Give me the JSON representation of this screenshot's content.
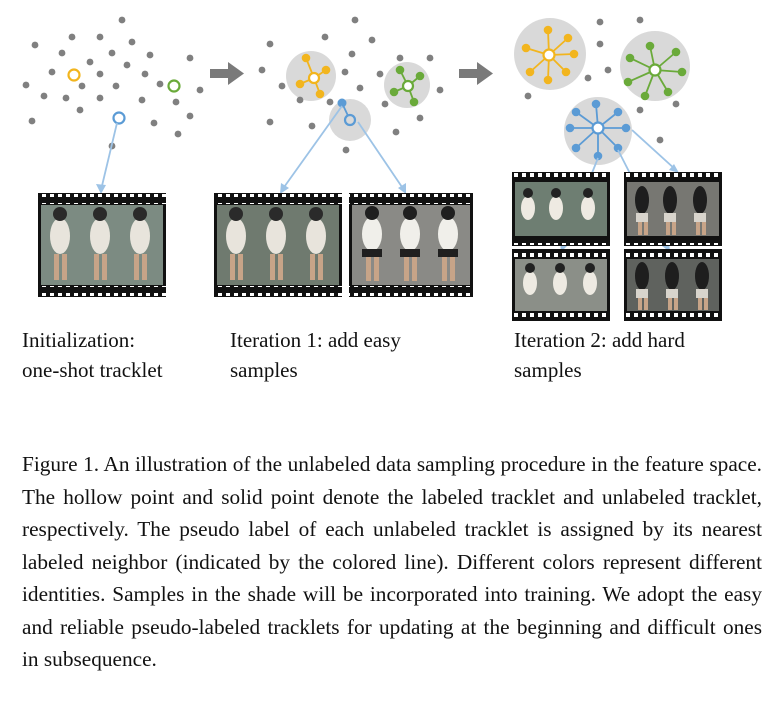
{
  "labels": {
    "initialization": {
      "line1": "Initialization:",
      "line2": "one-shot tracklet"
    },
    "iteration1": {
      "line1": "Iteration 1: add easy",
      "line2": "samples"
    },
    "iteration2": {
      "line1": "Iteration 2: add hard",
      "line2": "samples"
    }
  },
  "caption": "Figure 1. An illustration of the unlabeled data sampling procedure in the feature space. The hollow point and solid point denote the labeled tracklet and unlabeled tracklet, respectively. The pseudo label of each unlabeled tracklet is assigned by its nearest labeled neighbor (indicated by the colored line). Different colors represent different identities. Samples in the shade will be incorporated into training. We adopt the easy and reliable pseudo-labeled tracklets for updating at the beginning and difficult ones in subsequence.",
  "colors": {
    "identity_yellow": "#f2b51e",
    "identity_green": "#6aaa3a",
    "identity_blue": "#5b9bd5",
    "unlabeled_gray": "#808080",
    "shade": "#d9d9d9",
    "arrow": "#7a7a7a",
    "connector": "#9dc3e6"
  }
}
